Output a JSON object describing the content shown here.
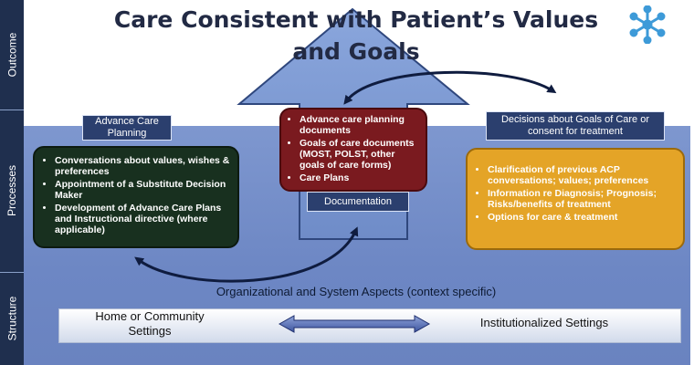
{
  "title": "Care Consistent with Patient’s Values and Goals",
  "band_labels": {
    "outcome": "Outcome",
    "processes": "Processes",
    "structure": "Structure"
  },
  "labels": {
    "advance_care_planning": "Advance Care Planning",
    "documentation": "Documentation",
    "decisions": "Decisions about Goals of Care or consent for treatment"
  },
  "left_box": {
    "items": [
      "Conversations about values, wishes & preferences",
      "Appointment of a Substitute Decision Maker",
      "Development of Advance Care Plans and Instructional directive (where applicable)"
    ]
  },
  "center_box": {
    "items": [
      "Advance care planning documents",
      "Goals of care documents (MOST, POLST, other goals of care forms)",
      "Care Plans"
    ]
  },
  "right_box": {
    "items": [
      "Clarification of previous ACP conversations; values; preferences",
      "Information re Diagnosis; Prognosis; Risks/benefits of treatment",
      "Options  for care & treatment"
    ]
  },
  "organizational": "Organizational  and System Aspects (context specific)",
  "settings": {
    "home": "Home or Community Settings",
    "institutional": "Institutionalized Settings"
  },
  "icons": [
    "snowflake-icon",
    "double-arrow-icon"
  ],
  "colors": {
    "band": "#1f2f4e",
    "panel": "#7e97cf",
    "big_arrow": "#7f9bd2",
    "left_box": "#18301f",
    "center_box": "#7a1a1f",
    "right_box": "#e4a427",
    "label_box": "#2b3f6e",
    "snowflake": "#3d9ad8"
  }
}
